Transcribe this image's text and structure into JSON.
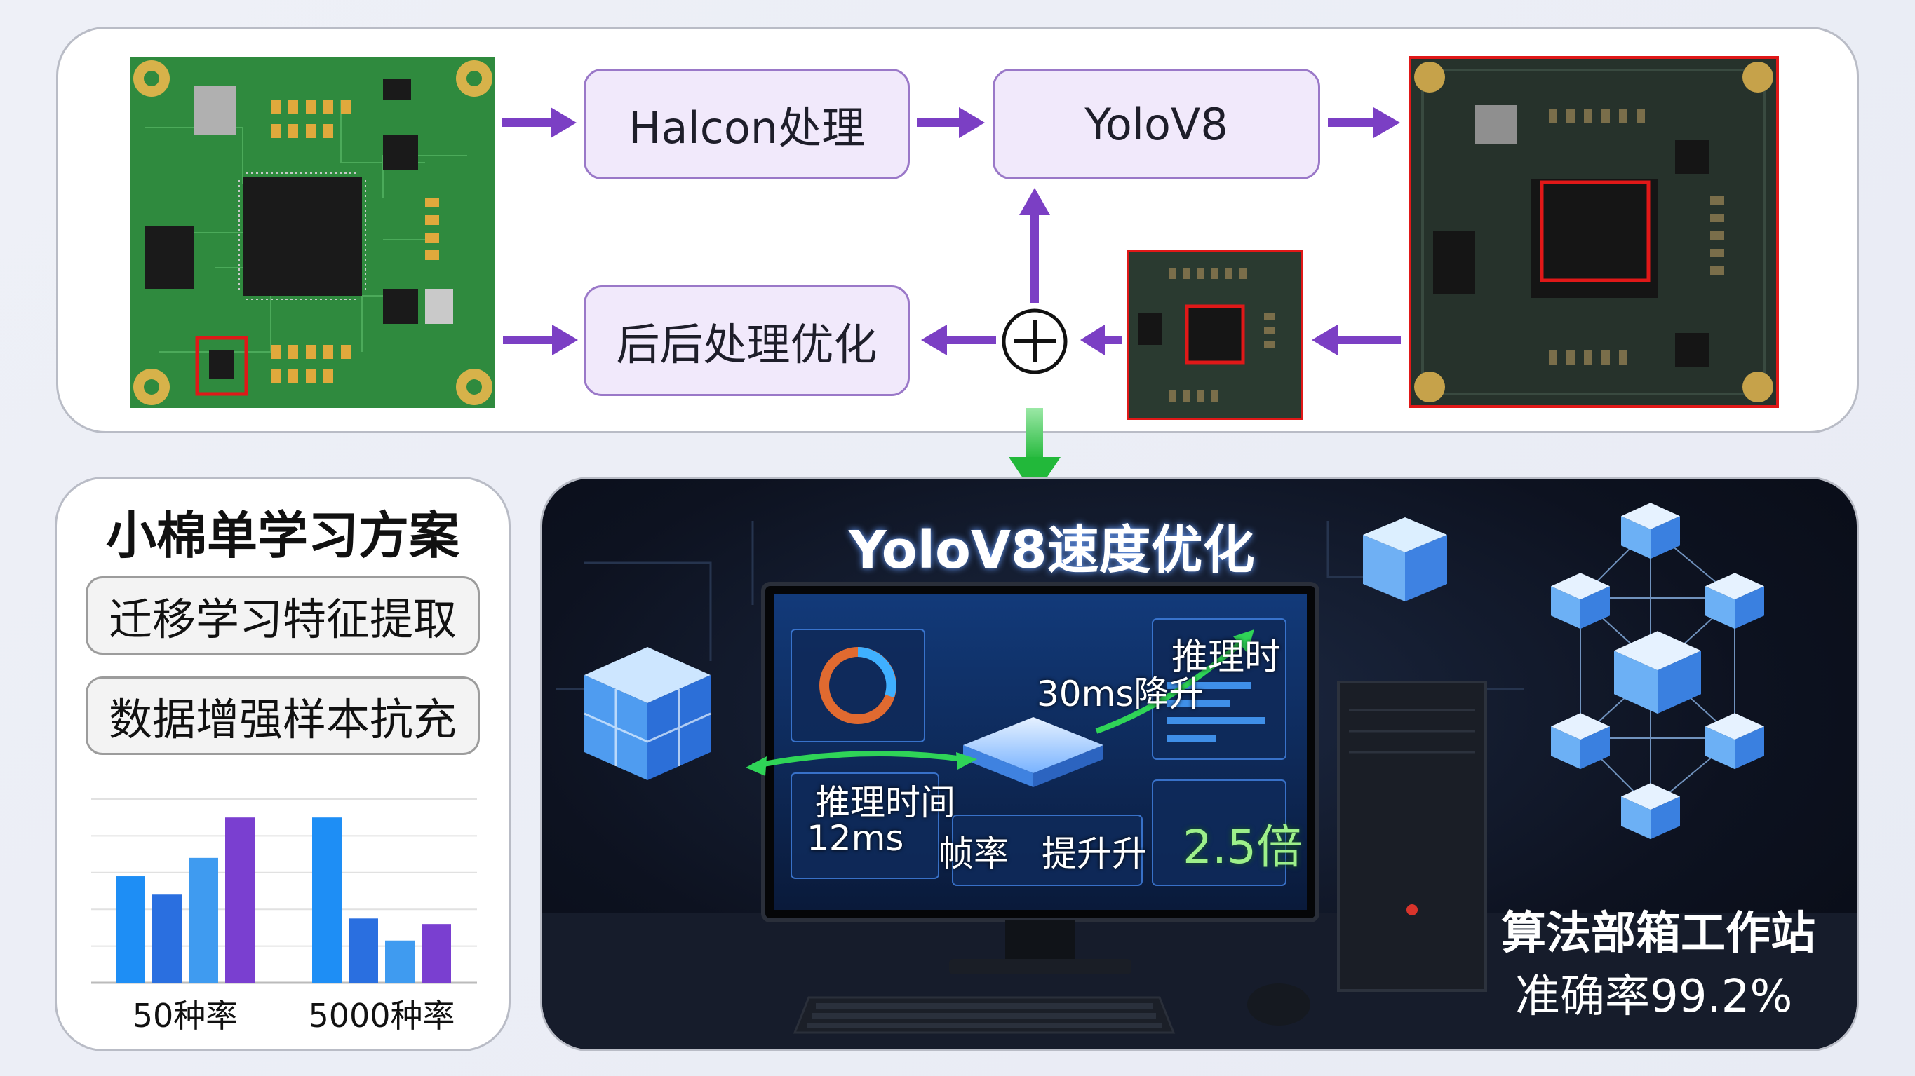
{
  "pipeline": {
    "step1_label": "Halcon处理",
    "step2_label": "YoloV8",
    "step3_label": "后后处理优化"
  },
  "left_panel": {
    "title": "小棉单学习方案",
    "item1": "迁移学习特征提取",
    "item2": "数据增强样本抗充"
  },
  "chart_data": {
    "type": "bar",
    "categories": [
      "50种率",
      "5000种率"
    ],
    "series": [
      {
        "values": [
          58,
          48,
          68,
          90
        ]
      },
      {
        "values": [
          90,
          35,
          23,
          32
        ]
      }
    ],
    "colors": [
      "#1e8ef5",
      "#2a6fe0",
      "#3f9bf0",
      "#7a3fd0"
    ],
    "ylim": [
      0,
      100
    ],
    "grid": true
  },
  "right_panel": {
    "title": "YoloV8速度优化",
    "label_infer_time_1": "推理时",
    "label_speed_up": "30ms降升",
    "label_infer_time_2": "推理时间",
    "label_ms": "12ms",
    "label_fps": "帧率",
    "label_boost": "提升升",
    "label_multiplier": "2.5倍",
    "label_workstation": "算法部箱工作站",
    "label_accuracy": "准确率99.2%"
  },
  "colors": {
    "purple_arrow": "#7b3fc4",
    "green_arrow": "#2ec44a",
    "red_box": "#e01818",
    "pcb_green": "#2f8a3e"
  }
}
